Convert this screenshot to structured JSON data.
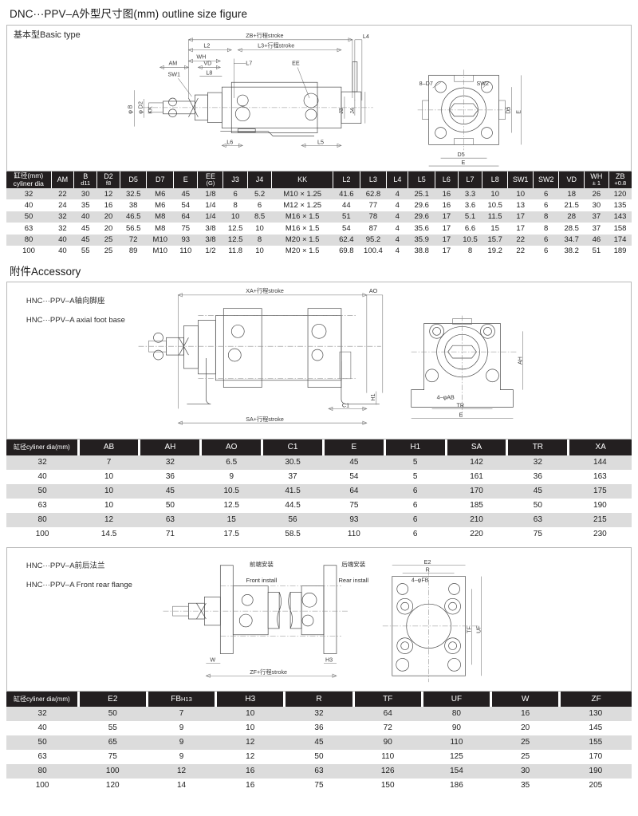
{
  "document": {
    "title": "DNC···PPV–A外型尺寸图(mm) outline size figure",
    "accessory_title": "附件Accessory"
  },
  "figure1": {
    "label": "基本型Basic type",
    "dim_labels": {
      "zb_stroke": "ZB+行程stroke",
      "l3_stroke": "L3+行程stroke",
      "l2": "L2",
      "l4": "L4",
      "l5": "L5",
      "l6": "L6",
      "l7": "L7",
      "l8": "L8",
      "wh": "WH",
      "vd": "VD",
      "am": "AM",
      "sw1": "SW1",
      "sw2": "SW2",
      "ee": "EE",
      "phi_b": "φ B",
      "phi_d2": "φ D2",
      "kk": "KK",
      "j3": "J3",
      "j4": "J4",
      "holes": "8–D7",
      "d5": "D5",
      "e": "E"
    }
  },
  "figure2": {
    "label_cn": "HNC···PPV–A轴向脚座",
    "label_en": "HNC···PPV–A axial foot base",
    "dim_labels": {
      "xa_stroke": "XA+行程stroke",
      "sa_stroke": "SA+行程stroke",
      "ao": "AO",
      "c1": "C1",
      "h1": "H1",
      "ah": "AH",
      "tr": "TR",
      "e": "E",
      "ab": "4–φAB"
    }
  },
  "figure3": {
    "label_cn": "HNC···PPV–A前后法兰",
    "label_en": "HNC···PPV–A Front rear flange",
    "front_install_cn": "前端安装",
    "front_install_en": "Front install",
    "rear_install_cn": "后端安装",
    "rear_install_en": "Rear install",
    "dim_labels": {
      "zf_stroke": "ZF+行程stroke",
      "w": "W",
      "h3": "H3",
      "e2": "E2",
      "r": "R",
      "fb": "4–φFB",
      "tf": "TF",
      "uf": "UF"
    }
  },
  "table1": {
    "headers": [
      {
        "cn": "缸径(mm)",
        "en": "cyliner dia"
      },
      {
        "main": "AM"
      },
      {
        "main": "B",
        "sub": "d11"
      },
      {
        "main": "D2",
        "sub": "f8"
      },
      {
        "main": "D5"
      },
      {
        "main": "D7"
      },
      {
        "main": "E"
      },
      {
        "main": "EE",
        "sub": "(G)"
      },
      {
        "main": "J3"
      },
      {
        "main": "J4"
      },
      {
        "main": "KK"
      },
      {
        "main": "L2"
      },
      {
        "main": "L3"
      },
      {
        "main": "L4"
      },
      {
        "main": "L5"
      },
      {
        "main": "L6"
      },
      {
        "main": "L7"
      },
      {
        "main": "L8"
      },
      {
        "main": "SW1"
      },
      {
        "main": "SW2"
      },
      {
        "main": "VD"
      },
      {
        "main": "WH",
        "sub": "± 1"
      },
      {
        "main": "ZB",
        "sub": "+0.8"
      }
    ],
    "rows": [
      [
        "32",
        "22",
        "30",
        "12",
        "32.5",
        "M6",
        "45",
        "1/8",
        "6",
        "5.2",
        "M10 × 1.25",
        "41.6",
        "62.8",
        "4",
        "25.1",
        "16",
        "3.3",
        "10",
        "10",
        "6",
        "18",
        "26",
        "120"
      ],
      [
        "40",
        "24",
        "35",
        "16",
        "38",
        "M6",
        "54",
        "1/4",
        "8",
        "6",
        "M12 × 1.25",
        "44",
        "77",
        "4",
        "29.6",
        "16",
        "3.6",
        "10.5",
        "13",
        "6",
        "21.5",
        "30",
        "135"
      ],
      [
        "50",
        "32",
        "40",
        "20",
        "46.5",
        "M8",
        "64",
        "1/4",
        "10",
        "8.5",
        "M16 × 1.5",
        "51",
        "78",
        "4",
        "29.6",
        "17",
        "5.1",
        "11.5",
        "17",
        "8",
        "28",
        "37",
        "143"
      ],
      [
        "63",
        "32",
        "45",
        "20",
        "56.5",
        "M8",
        "75",
        "3/8",
        "12.5",
        "10",
        "M16 × 1.5",
        "54",
        "87",
        "4",
        "35.6",
        "17",
        "6.6",
        "15",
        "17",
        "8",
        "28.5",
        "37",
        "158"
      ],
      [
        "80",
        "40",
        "45",
        "25",
        "72",
        "M10",
        "93",
        "3/8",
        "12.5",
        "8",
        "M20 × 1.5",
        "62.4",
        "95.2",
        "4",
        "35.9",
        "17",
        "10.5",
        "15.7",
        "22",
        "6",
        "34.7",
        "46",
        "174"
      ],
      [
        "100",
        "40",
        "55",
        "25",
        "89",
        "M10",
        "110",
        "1/2",
        "11.8",
        "10",
        "M20 × 1.5",
        "69.8",
        "100.4",
        "4",
        "38.8",
        "17",
        "8",
        "19.2",
        "22",
        "6",
        "38.2",
        "51",
        "189"
      ]
    ]
  },
  "table2": {
    "headers": [
      "缸径cyliner dia(mm)",
      "AB",
      "AH",
      "AO",
      "C1",
      "E",
      "H1",
      "SA",
      "TR",
      "XA"
    ],
    "rows": [
      [
        "32",
        "7",
        "32",
        "6.5",
        "30.5",
        "45",
        "5",
        "142",
        "32",
        "144"
      ],
      [
        "40",
        "10",
        "36",
        "9",
        "37",
        "54",
        "5",
        "161",
        "36",
        "163"
      ],
      [
        "50",
        "10",
        "45",
        "10.5",
        "41.5",
        "64",
        "6",
        "170",
        "45",
        "175"
      ],
      [
        "63",
        "10",
        "50",
        "12.5",
        "44.5",
        "75",
        "6",
        "185",
        "50",
        "190"
      ],
      [
        "80",
        "12",
        "63",
        "15",
        "56",
        "93",
        "6",
        "210",
        "63",
        "215"
      ],
      [
        "100",
        "14.5",
        "71",
        "17.5",
        "58.5",
        "110",
        "6",
        "220",
        "75",
        "230"
      ]
    ]
  },
  "table3": {
    "headers": [
      "缸径cyliner dia(mm)",
      "E2",
      "FB H13",
      "H3",
      "R",
      "TF",
      "UF",
      "W",
      "ZF"
    ],
    "header_fb_main": "FB",
    "header_fb_sub": "H13",
    "rows": [
      [
        "32",
        "50",
        "7",
        "10",
        "32",
        "64",
        "80",
        "16",
        "130"
      ],
      [
        "40",
        "55",
        "9",
        "10",
        "36",
        "72",
        "90",
        "20",
        "145"
      ],
      [
        "50",
        "65",
        "9",
        "12",
        "45",
        "90",
        "110",
        "25",
        "155"
      ],
      [
        "63",
        "75",
        "9",
        "12",
        "50",
        "110",
        "125",
        "25",
        "170"
      ],
      [
        "80",
        "100",
        "12",
        "16",
        "63",
        "126",
        "154",
        "30",
        "190"
      ],
      [
        "100",
        "120",
        "14",
        "16",
        "75",
        "150",
        "186",
        "35",
        "205"
      ]
    ]
  },
  "colors": {
    "header_bg": "#231f20",
    "row_alt": "#dcdcdc",
    "border": "#b9b9b9",
    "line": "#4a4a4a"
  }
}
